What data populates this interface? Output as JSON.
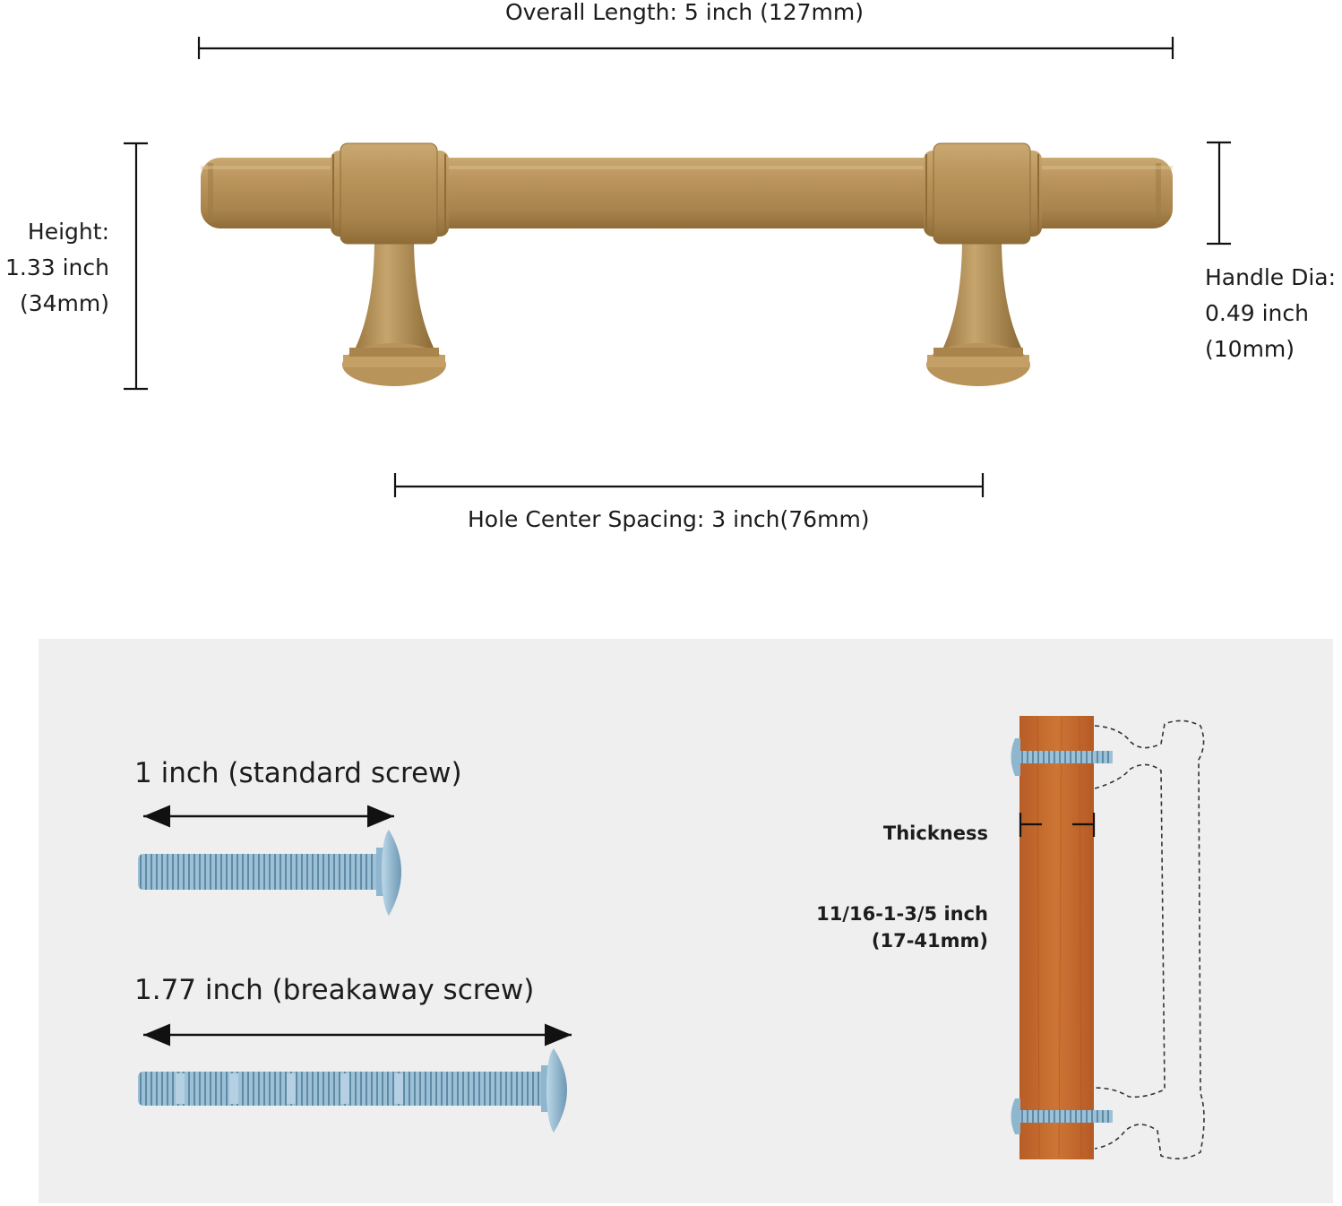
{
  "dimensions": {
    "overall_length": "Overall Length: 5 inch (127mm)",
    "height": [
      "Height:",
      "1.33 inch",
      "(34mm)"
    ],
    "handle_dia": [
      "Handle Dia:",
      "0.49 inch",
      "(10mm)"
    ],
    "hole_spacing": "Hole Center Spacing: 3 inch(76mm)"
  },
  "screws": {
    "standard": "1 inch (standard screw)",
    "breakaway": "1.77 inch (breakaway screw)"
  },
  "thickness": {
    "title": "Thickness",
    "range": [
      "11/16-1-3/5 inch",
      "(17-41mm)"
    ]
  },
  "colors": {
    "handle": "#b8935a",
    "screw": "#8fb6cf",
    "wood": "#c4692e",
    "panel": "#efefef"
  }
}
